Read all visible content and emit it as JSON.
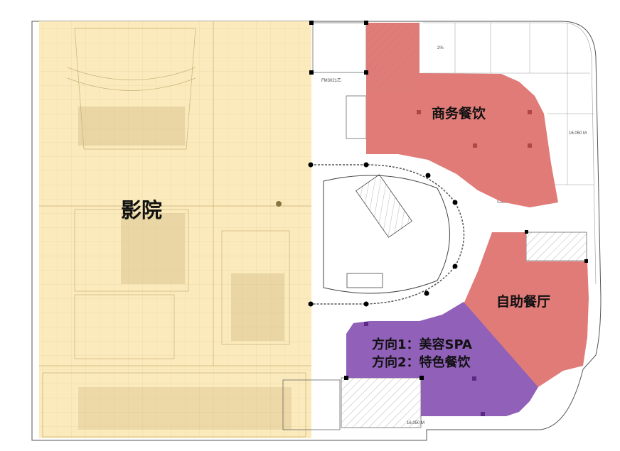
{
  "zones": [
    {
      "id": "cinema",
      "label": "影院",
      "color": "#fbeabb"
    },
    {
      "id": "business-dining",
      "label": "商务餐饮",
      "color": "#e07b78"
    },
    {
      "id": "buffet",
      "label": "自助餐厅",
      "color": "#e07b78"
    },
    {
      "id": "spa-special",
      "label_line1": "方向1：美容SPA",
      "label_line2": "方向2：特色餐饮",
      "color": "#9160b9"
    }
  ],
  "annotations": {
    "elevation_right": "16.050 M",
    "elevation_bottom": "16.050 M",
    "slope": "2%",
    "door_code": "FM3021乙"
  }
}
